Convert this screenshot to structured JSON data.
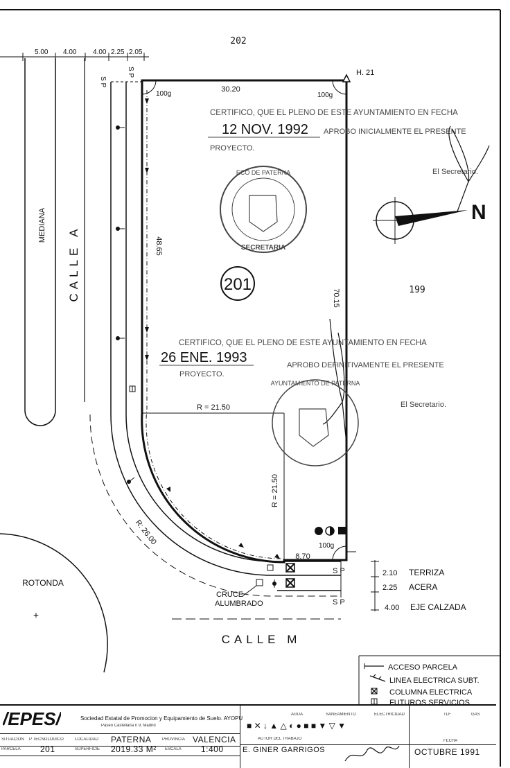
{
  "neighbours": {
    "top": "202",
    "right": "199"
  },
  "marker_h21": "H. 21",
  "dims_top": [
    "5.00",
    "4.00",
    "4.00",
    "2.25",
    "2.05"
  ],
  "sp_label": "S P",
  "angles": {
    "nw": "100g",
    "ne": "100g",
    "se": "100g"
  },
  "parcel": {
    "top_dim": "30.20",
    "left_dim": "48.65",
    "right_dim": "70.15",
    "bottom_dim": "8.70",
    "radius_h": "R = 21.50",
    "radius_v": "R = 21.50",
    "number": "201"
  },
  "outer_radius": "R: 26.00",
  "streets": {
    "mediana": "MEDIANA",
    "calle_a": "CALLE A",
    "calle_m": "CALLE M",
    "rotonda": "ROTONDA",
    "cruce": "CRUCE",
    "alumbrado": "ALUMBRADO"
  },
  "section_right": [
    {
      "dim": "2.10",
      "label": "TERRIZA"
    },
    {
      "dim": "2.25",
      "label": "ACERA"
    },
    {
      "dim": "4.00",
      "label": "EJE CALZADA"
    }
  ],
  "north_label": "N",
  "certificate_1": {
    "line1": "CERTIFICO, QUE EL PLENO DE ESTE AYUNTAMIENTO EN FECHA",
    "date": "12 NOV. 1992",
    "line2": "APROBO INICIALMENTE EL PRESENTE",
    "line3": "PROYECTO.",
    "signer": "El Secretario."
  },
  "certificate_2": {
    "line1": "CERTIFICO, QUE EL PLENO DE ESTE AYUNTAMIENTO EN FECHA",
    "date": "26 ENE. 1993",
    "line2": "APROBO DEFINITIVAMENTE EL PRESENTE",
    "line3": "PROYECTO.",
    "signer": "El Secretario."
  },
  "seal_1": {
    "top": "ECO DE PATERNA",
    "bottom": "SECRETARIA"
  },
  "seal_2": {
    "top": "AYUNTAMIENTO DE PATERNA"
  },
  "legend": [
    {
      "icon": "access-icon",
      "label": "ACCESO PARCELA"
    },
    {
      "icon": "underground-line-icon",
      "label": "LINEA ELECTRICA SUBT."
    },
    {
      "icon": "electric-column-icon",
      "label": "COLUMNA ELECTRICA"
    },
    {
      "icon": "future-services-icon",
      "label": "FUTUROS SERVICIOS"
    }
  ],
  "title_block": {
    "brand": "/EPES/",
    "company": "Sociedad Estatal de Promocion y Equipamiento de Suelo. AYOPU",
    "address": "Paseo Castellana n 9, Madrid",
    "headers": {
      "situacion": "SITUACION",
      "p_tecnologico": "P TECNOLOGICO",
      "localidad": "LOCALIDAD",
      "provincia": "PROVINCIA",
      "parcela": "PARCELA",
      "superficie": "SUPERFICIE",
      "escala": "ESCALA",
      "autor": "AUTOR DEL TRABAJO",
      "agua": "AGUA",
      "electricidad": "ELECTRICIDAD",
      "saneamiento": "SANEAMIENTO",
      "gas": "GAS",
      "tlf": "TLF",
      "fecha": "FECHA"
    },
    "parcela": "201",
    "localidad": "PATERNA",
    "superficie": "2019.33 M²",
    "provincia": "VALENCIA",
    "escala": "1:400",
    "autor": "E. GINER GARRIGOS",
    "fecha": "OCTUBRE 1991"
  }
}
